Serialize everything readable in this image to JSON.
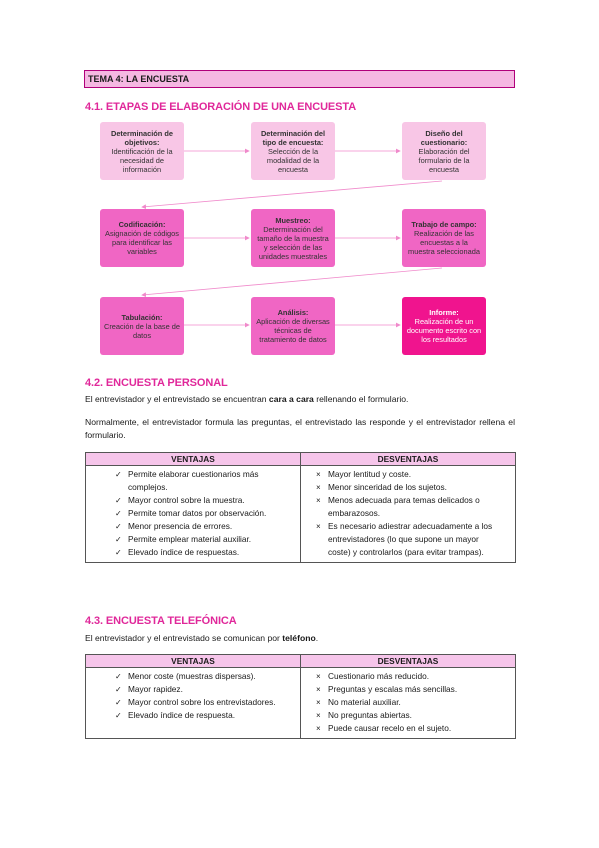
{
  "topic": "TEMA 4: LA ENCUESTA",
  "sections": {
    "s1": "4.1. ETAPAS DE ELABORACIÓN DE UNA ENCUESTA",
    "s2": "4.2. ENCUESTA PERSONAL",
    "s3": "4.3. ENCUESTA TELEFÓNICA"
  },
  "flow": [
    {
      "title": "Determinación de objetivos:",
      "text": "Identificación de la necesidad de información",
      "level": 1
    },
    {
      "title": "Determinación del tipo de encuesta:",
      "text": "Selección de la modalidad de la encuesta",
      "level": 1
    },
    {
      "title": "Diseño del cuestionario:",
      "text": "Elaboración del formulario de la encuesta",
      "level": 1
    },
    {
      "title": "Codificación:",
      "text": "Asignación de códigos para identificar las variables",
      "level": 2
    },
    {
      "title": "Muestreo:",
      "text": "Determinación del tamaño de la muestra y selección de las unidades muestrales",
      "level": 2
    },
    {
      "title": "Trabajo de campo:",
      "text": "Realización de las encuestas a la muestra seleccionada",
      "level": 2
    },
    {
      "title": "Tabulación:",
      "text": "Creación de la base de datos",
      "level": 2
    },
    {
      "title": "Análisis:",
      "text": "Aplicación de diversas técnicas de tratamiento de datos",
      "level": 2
    },
    {
      "title": "Informe:",
      "text": "Realización de un documento escrito con los resultados",
      "level": 3
    }
  ],
  "personal": {
    "intro_a": "El entrevistador y el entrevistado se encuentran ",
    "intro_bold": "cara a cara",
    "intro_b": " rellenando el formulario.",
    "para2": "Normalmente, el entrevistador formula las preguntas, el entrevistado las responde y el entrevistador rellena el formulario.",
    "col_adv": "VENTAJAS",
    "col_dis": "DESVENTAJAS",
    "advantages": [
      "Permite elaborar cuestionarios más complejos.",
      "Mayor control sobre la muestra.",
      "Permite tomar datos por observación.",
      "Menor presencia de errores.",
      "Permite emplear material auxiliar.",
      "Elevado índice de respuestas."
    ],
    "disadvantages": [
      "Mayor lentitud y coste.",
      "Menor sinceridad de los sujetos.",
      "Menos adecuada para temas delicados  o embarazosos.",
      "Es necesario adiestrar adecuadamente a los entrevistadores (lo que supone un mayor coste) y controlarlos (para evitar trampas)."
    ]
  },
  "telefonica": {
    "intro_a": "El entrevistador y el entrevistado se comunican por ",
    "intro_bold": "teléfono",
    "intro_b": ".",
    "col_adv": "VENTAJAS",
    "col_dis": "DESVENTAJAS",
    "advantages": [
      "Menor coste (muestras dispersas).",
      "Mayor rapidez.",
      "Mayor control sobre los entrevistadores.",
      "Elevado índice de respuesta."
    ],
    "disadvantages": [
      "Cuestionario más reducido.",
      "Preguntas y escalas más sencillas.",
      "No material auxiliar.",
      "No preguntas abiertas.",
      "Puede causar recelo en el sujeto."
    ]
  },
  "icons": {
    "advantage": "checkmark-icon",
    "disadvantage": "cross-icon"
  },
  "colors": {
    "accent": "#e0289a",
    "light_pink": "#f8c6e6",
    "mid_pink": "#f066c4",
    "strong_pink": "#f0148e"
  }
}
